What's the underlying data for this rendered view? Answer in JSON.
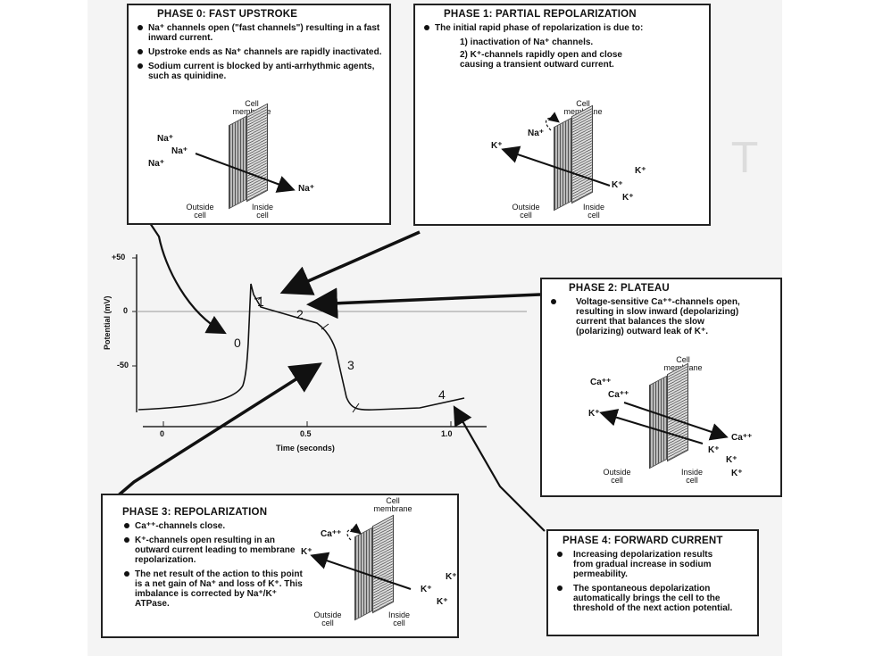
{
  "chart": {
    "ylabel": "Potential (mV)",
    "yticks": [
      "+50",
      "0",
      "-50"
    ],
    "xticks": [
      "0",
      "0.5",
      "1.0"
    ],
    "xlabel": "Time (seconds)",
    "phase_numbers": [
      "0",
      "1",
      "2",
      "3",
      "4"
    ]
  },
  "phase0": {
    "title": "PHASE 0: FAST UPSTROKE",
    "bullets": [
      "Na⁺ channels open (\"fast channels\") resulting in a fast inward current.",
      "Upstroke ends as Na⁺ channels are rapidly inactivated.",
      "Sodium current is blocked by anti-arrhythmic agents, such as quinidine."
    ],
    "membrane_label": "Cell membrane",
    "ions": [
      "Na⁺",
      "Na⁺",
      "Na⁺",
      "Na⁺"
    ],
    "outside": "Outside cell",
    "inside": "Inside cell"
  },
  "phase1": {
    "title": "PHASE 1: PARTIAL REPOLARIZATION",
    "bullet": "The initial rapid phase of repolarization is due to:",
    "items": [
      "1) inactivation of Na⁺ channels.",
      "2) K⁺-channels rapidly open and close causing a transient outward current."
    ],
    "membrane_label": "Cell membrane",
    "ions": [
      "Na⁺",
      "K⁺",
      "K⁺",
      "K⁺",
      "K⁺"
    ],
    "outside": "Outside cell",
    "inside": "Inside cell"
  },
  "phase2": {
    "title": "PHASE 2: PLATEAU",
    "bullet": "Voltage-sensitive Ca⁺⁺-channels open, resulting in slow inward (depolarizing) current that balances the slow (polarizing) outward leak of K⁺.",
    "membrane_label": "Cell membrane",
    "ions": [
      "Ca⁺⁺",
      "Ca⁺⁺",
      "K⁺",
      "Ca⁺⁺",
      "K⁺",
      "K⁺",
      "K⁺"
    ],
    "outside": "Outside cell",
    "inside": "Inside cell"
  },
  "phase3": {
    "title": "PHASE 3: REPOLARIZATION",
    "bullets": [
      "Ca⁺⁺-channels close.",
      "K⁺-channels open resulting in an outward current leading to membrane repolarization.",
      "The net result of the action to this point is a net gain of Na⁺ and loss of K⁺. This imbalance is corrected by Na⁺/K⁺ ATPase."
    ],
    "membrane_label": "Cell membrane",
    "ions": [
      "Ca⁺⁺",
      "K⁺",
      "K⁺",
      "K⁺",
      "K⁺"
    ],
    "outside": "Outside cell",
    "inside": "Inside cell"
  },
  "phase4": {
    "title": "PHASE 4: FORWARD CURRENT",
    "bullets": [
      "Increasing depolarization results from gradual increase in sodium permeability.",
      "The spontaneous depolarization automatically brings the cell to the threshold of the next action potential."
    ]
  }
}
